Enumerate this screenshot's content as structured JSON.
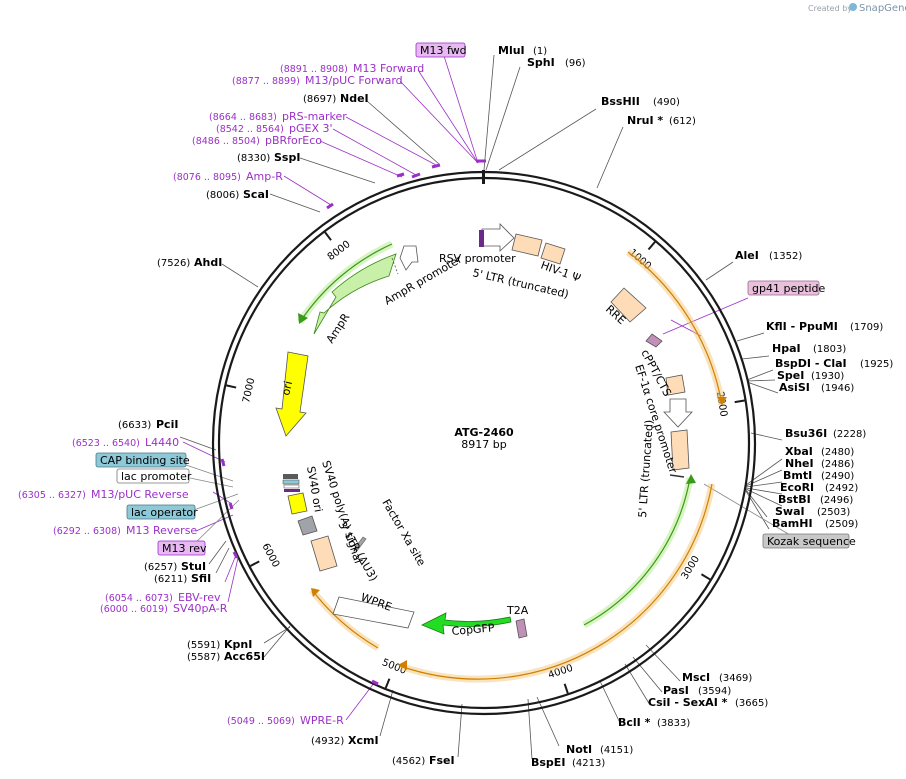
{
  "credit": {
    "prefix": "Created by",
    "brand": "SnapGene"
  },
  "plasmid": {
    "name": "ATG-2460",
    "length": "8917 bp"
  },
  "ticks": [
    "1000",
    "2000",
    "3000",
    "4000",
    "5000",
    "6000",
    "7000",
    "8000"
  ],
  "enzymes": [
    {
      "name": "MluI",
      "pos": "(1)"
    },
    {
      "name": "SphI",
      "pos": "(96)"
    },
    {
      "name": "BssHII",
      "pos": "(490)"
    },
    {
      "name": "NruI *",
      "pos": "(612)"
    },
    {
      "name": "AleI",
      "pos": "(1352)"
    },
    {
      "name": "KflI  - PpuMI",
      "pos": "(1709)"
    },
    {
      "name": "HpaI",
      "pos": "(1803)"
    },
    {
      "name": "BspDI  - ClaI",
      "pos": "(1925)"
    },
    {
      "name": "SpeI",
      "pos": "(1930)"
    },
    {
      "name": "AsiSI",
      "pos": "(1946)"
    },
    {
      "name": "Bsu36I",
      "pos": "(2228)"
    },
    {
      "name": "XbaI",
      "pos": "(2480)"
    },
    {
      "name": "NheI",
      "pos": "(2486)"
    },
    {
      "name": "BmtI",
      "pos": "(2490)"
    },
    {
      "name": "EcoRI",
      "pos": "(2492)"
    },
    {
      "name": "BstBI",
      "pos": "(2496)"
    },
    {
      "name": "SwaI",
      "pos": "(2503)"
    },
    {
      "name": "BamHI",
      "pos": "(2509)"
    },
    {
      "name": "MscI",
      "pos": "(3469)"
    },
    {
      "name": "PasI",
      "pos": "(3594)"
    },
    {
      "name": "CsiI  - SexAI *",
      "pos": "(3665)"
    },
    {
      "name": "BclI *",
      "pos": "(3833)"
    },
    {
      "name": "NotI",
      "pos": "(4151)"
    },
    {
      "name": "BspEI",
      "pos": "(4213)"
    },
    {
      "name": "FseI",
      "pos": "(4562)"
    },
    {
      "name": "XcmI",
      "pos": "(4932)"
    },
    {
      "name": "Acc65I",
      "pos": "(5587)"
    },
    {
      "name": "KpnI",
      "pos": "(5591)"
    },
    {
      "name": "SfiI",
      "pos": "(6211)"
    },
    {
      "name": "StuI",
      "pos": "(6257)"
    },
    {
      "name": "PciI",
      "pos": "(6633)"
    },
    {
      "name": "AhdI",
      "pos": "(7526)"
    },
    {
      "name": "ScaI",
      "pos": "(8006)"
    },
    {
      "name": "SspI",
      "pos": "(8330)"
    },
    {
      "name": "NdeI",
      "pos": "(8697)"
    }
  ],
  "primers": [
    {
      "range": "(8891 .. 8908)",
      "name": "M13 Forward"
    },
    {
      "range": "(8877 .. 8899)",
      "name": "M13/pUC Forward"
    },
    {
      "range": "(8664 .. 8683)",
      "name": "pRS-marker"
    },
    {
      "range": "(8542 .. 8564)",
      "name": "pGEX 3'"
    },
    {
      "range": "(8486 .. 8504)",
      "name": "pBRforEco"
    },
    {
      "range": "(8076 .. 8095)",
      "name": "Amp-R"
    },
    {
      "range": "(6523 .. 6540)",
      "name": "L4440"
    },
    {
      "range": "(6305 .. 6327)",
      "name": "M13/pUC Reverse"
    },
    {
      "range": "(6292 .. 6308)",
      "name": "M13 Reverse"
    },
    {
      "range": "(6054 .. 6073)",
      "name": "EBV-rev"
    },
    {
      "range": "(6000 .. 6019)",
      "name": "SV40pA-R"
    },
    {
      "range": "(5049 .. 5069)",
      "name": "WPRE-R"
    }
  ],
  "boxed_labels": {
    "m13_fwd": "M13 fwd",
    "gp41": "gp41 peptide",
    "kozak": "Kozak sequence",
    "cap": "CAP binding site",
    "lac_promoter": "lac promoter",
    "lac_operator": "lac operator",
    "m13_rev": "M13 rev"
  },
  "features": {
    "rsv": "RSV promoter",
    "ltr5": "5' LTR (truncated)",
    "hiv": "HIV-1 Ψ",
    "rre": "RRE",
    "cppt": "cPPT/CTS",
    "ef1a": "EF-1α core promoter",
    "ltr5b": "5' LTR (truncated)",
    "t2a": "T2A",
    "copgfp": "CopGFP",
    "wpre": "WPRE",
    "ltr3": "3' LTR (ΔU3)",
    "factorxa": "Factor Xa site",
    "sv40pa": "SV40 poly(A) signal",
    "sv40ori": "SV40 ori",
    "ori": "ori",
    "ampr": "AmpR",
    "ampr_promoter": "AmpR promoter"
  },
  "colors": {
    "backbone": "#1a1a1a",
    "orf_orange": "#f4c77a",
    "orf_green": "#c8f0a8",
    "primer": "#9b30c8",
    "promoter": "#ffffff",
    "ltr": "#ffdcb8",
    "ori": "#ffff00",
    "copgfp": "#22dd22",
    "misc": "#c090b8",
    "lac": "#8ec9d8",
    "grey": "#a0a4a8"
  }
}
